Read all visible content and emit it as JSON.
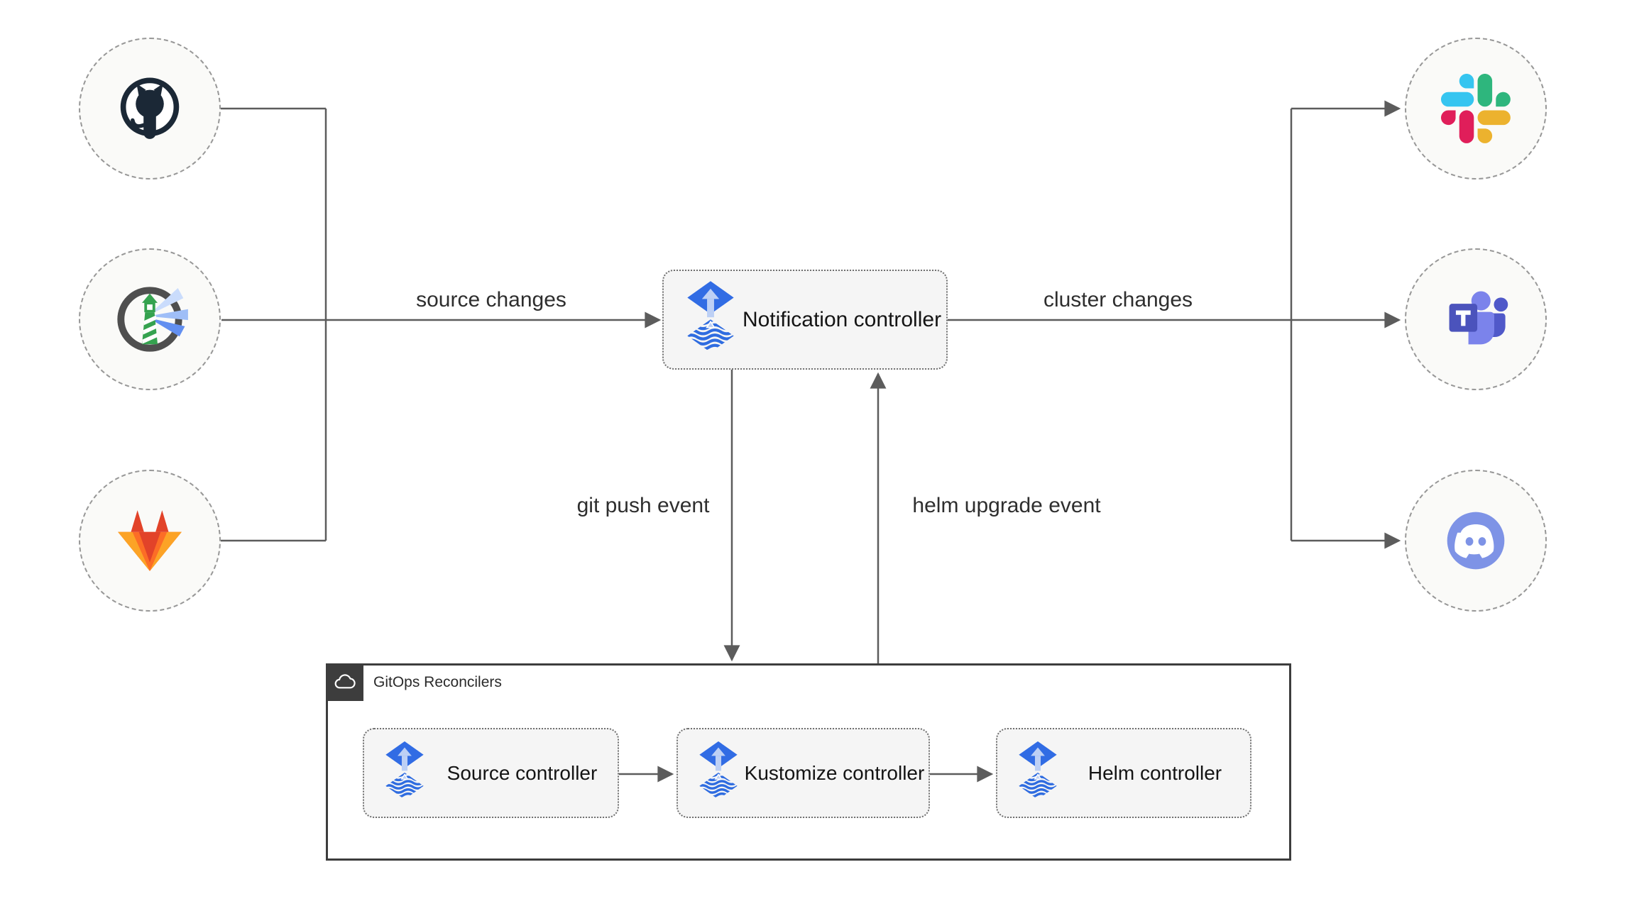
{
  "diagram": {
    "title_hint": "GitOps notification flow",
    "controller": {
      "label": "Notification controller",
      "icon": "flux-icon"
    },
    "group": {
      "label": "GitOps Reconcilers",
      "header_icon": "cloud-icon",
      "children": [
        {
          "label": "Source controller",
          "icon": "flux-icon"
        },
        {
          "label": "Kustomize controller",
          "icon": "flux-icon"
        },
        {
          "label": "Helm controller",
          "icon": "flux-icon"
        }
      ]
    },
    "sources": [
      {
        "icon": "github-icon"
      },
      {
        "icon": "harbor-icon"
      },
      {
        "icon": "gitlab-icon"
      }
    ],
    "targets": [
      {
        "icon": "slack-icon"
      },
      {
        "icon": "ms-teams-icon"
      },
      {
        "icon": "discord-icon"
      }
    ],
    "edge_labels": {
      "source_changes": "source changes",
      "cluster_changes": "cluster changes",
      "git_push_event": "git push event",
      "helm_upgrade_event": "helm upgrade event"
    },
    "colors": {
      "edge": "#5c5c5c",
      "node_fill": "#f5f5f5",
      "node_border": "#6f6f6f",
      "circle_fill": "#fafaf8",
      "circle_border": "#979797",
      "group_border": "#3d3d3d",
      "flux_blue": "#316ce4",
      "flux_arrow": "#bdd0f5",
      "github": "#1b2836",
      "gitlab": [
        "#e24329",
        "#fc6d26",
        "#fca326"
      ],
      "harbor_ring": "#4f4f4f",
      "harbor_green": "#35a24f",
      "slack": [
        "#36c5f0",
        "#2eb67d",
        "#ecb22e",
        "#e01e5a"
      ],
      "teams": [
        "#4b53bc",
        "#7b83eb",
        "#5059c9"
      ],
      "discord": "#7e93e6"
    }
  }
}
